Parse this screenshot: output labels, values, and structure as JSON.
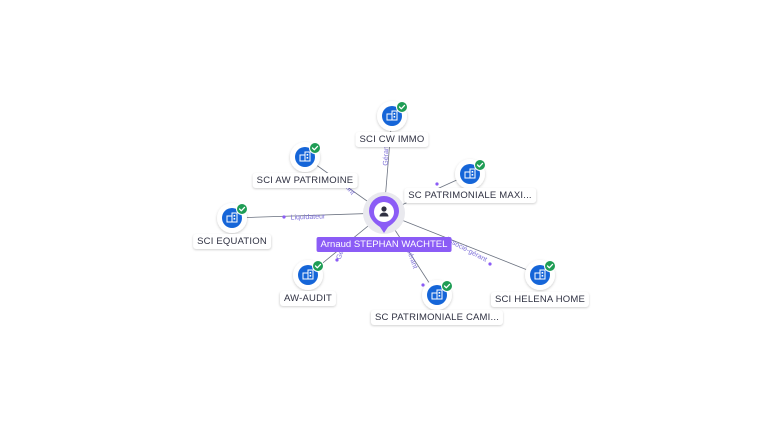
{
  "center": {
    "name": "Arnaud STEPHAN WACHTEL",
    "accent": "#8b5cf6",
    "icon": "person-icon"
  },
  "nodes": [
    {
      "id": "sci-cw-immo",
      "label": "SCI CW IMMO",
      "role": "Gérant",
      "icon": "building-icon",
      "status": "verified-check-icon"
    },
    {
      "id": "sci-aw-patrimoine",
      "label": "SCI AW PATRIMOINE",
      "role": "Gérant",
      "icon": "building-icon",
      "status": "verified-check-icon"
    },
    {
      "id": "sc-patrimoniale-maxi",
      "label": "SC PATRIMONIALE MAXI...",
      "role": "",
      "icon": "building-icon",
      "status": "verified-check-icon"
    },
    {
      "id": "sci-equation",
      "label": "SCI EQUATION",
      "role": "Liquidateur",
      "icon": "building-icon",
      "status": "verified-check-icon"
    },
    {
      "id": "aw-audit",
      "label": "AW-AUDIT",
      "role": "Gérant",
      "icon": "building-icon",
      "status": "verified-check-icon"
    },
    {
      "id": "sc-patrimoniale-cami",
      "label": "SC PATRIMONIALE CAMI...",
      "role": "Gérant",
      "icon": "building-icon",
      "status": "verified-check-icon"
    },
    {
      "id": "sci-helena-home",
      "label": "SCI HELENA HOME",
      "role": "Associé-gérant",
      "icon": "building-icon",
      "status": "verified-check-icon"
    }
  ],
  "colors": {
    "node_icon": "#1565d8",
    "check": "#1f9d55",
    "edge": "#6b7280",
    "edge_label": "#7c6fd8"
  }
}
